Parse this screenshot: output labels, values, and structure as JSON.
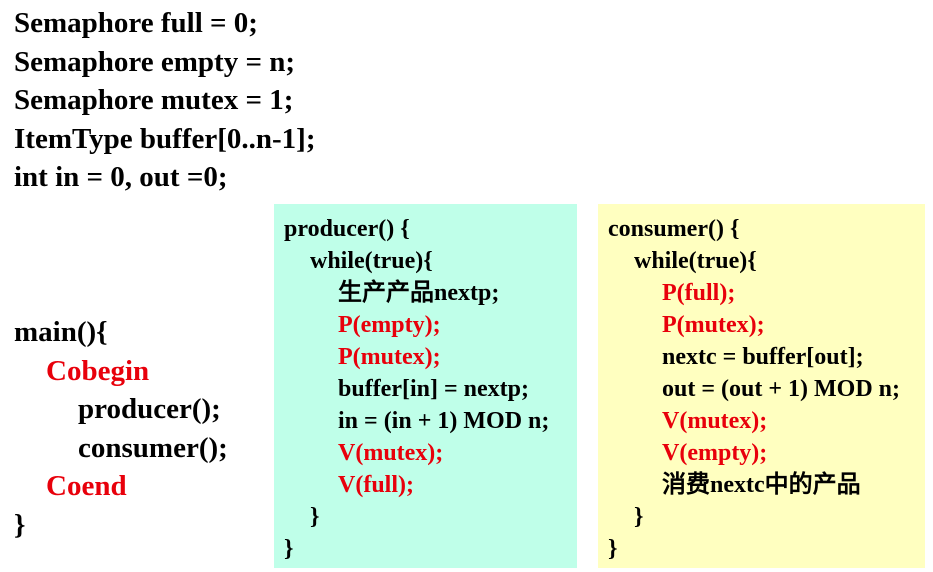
{
  "colors": {
    "text": "#000000",
    "keyword_red": "#e8000b",
    "producer_bg": "#bfffe9",
    "consumer_bg": "#ffffc0"
  },
  "declarations": [
    "Semaphore full = 0;",
    "Semaphore empty = n;",
    "Semaphore mutex = 1;",
    "ItemType buffer[0..n-1];",
    "int in = 0, out =0;"
  ],
  "main": {
    "header": "main(){",
    "cobegin": "Cobegin",
    "call_producer": "producer();",
    "call_consumer": "consumer();",
    "coend": "Coend",
    "close": "}"
  },
  "producer": {
    "header": "producer() {",
    "loop": "while(true){",
    "produce": "生产产品nextp;",
    "p_empty": "P(empty);",
    "p_mutex": "P(mutex);",
    "store": "buffer[in] = nextp;",
    "advance": "in = (in + 1) MOD n;",
    "v_mutex": "V(mutex);",
    "v_full": "V(full);",
    "loop_close": "}",
    "close": "}"
  },
  "consumer": {
    "header": "consumer() {",
    "loop": "while(true){",
    "p_full": "P(full);",
    "p_mutex": "P(mutex);",
    "fetch": "nextc = buffer[out];",
    "advance": "out = (out + 1) MOD n;",
    "v_mutex": "V(mutex);",
    "v_empty": "V(empty);",
    "consume": "消费nextc中的产品",
    "loop_close": "}",
    "close": "}"
  }
}
